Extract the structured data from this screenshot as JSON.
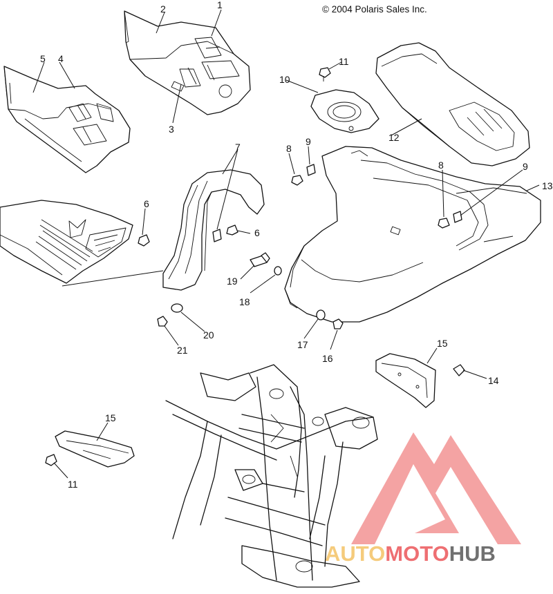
{
  "copyright": "© 2004 Polaris Sales Inc.",
  "callouts": {
    "c1": "1",
    "c2": "2",
    "c3": "3",
    "c4": "4",
    "c5": "5",
    "c6a": "6",
    "c6b": "6",
    "c7": "7",
    "c8a": "8",
    "c8b": "8",
    "c9a": "9",
    "c9b": "9",
    "c10": "10",
    "c11a": "11",
    "c11b": "11",
    "c12": "12",
    "c13": "13",
    "c14": "14",
    "c15a": "15",
    "c15b": "15",
    "c16": "16",
    "c17": "17",
    "c18": "18",
    "c19": "19",
    "c20": "20",
    "c21": "21"
  },
  "watermark": {
    "part1": "AUTO",
    "part2": "MOTO",
    "part3": "HUB",
    "color_1": "#f2b84b",
    "color_2": "#e8383d",
    "color_3": "#3a3a3a",
    "logo_color": "#f08080"
  }
}
